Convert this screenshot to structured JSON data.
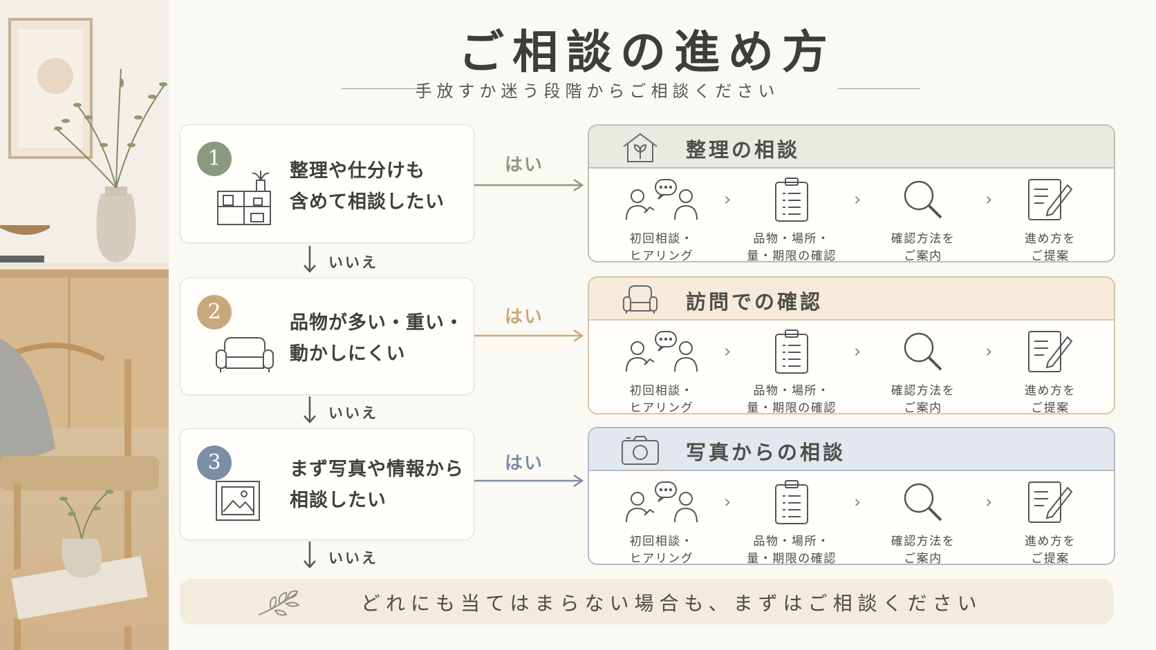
{
  "title": "ご相談の進め方",
  "subtitle": "手放すか迷う段階からご相談ください",
  "colors": {
    "green": "#8a9a7e",
    "tan": "#c9a77c",
    "blue": "#7b8ea6",
    "green_bg": "#e8ebe2",
    "tan_bg": "#f6eadb",
    "blue_bg": "#e3e8ef"
  },
  "questions": [
    {
      "number": "1",
      "line1": "整理や仕分けも",
      "line2": "含めて相談したい",
      "icon": "shelf-icon"
    },
    {
      "number": "2",
      "line1": "品物が多い・重い・",
      "line2": "動かしにくい",
      "icon": "sofa-icon"
    },
    {
      "number": "3",
      "line1": "まず写真や情報から",
      "line2": "相談したい",
      "icon": "photo-icon"
    }
  ],
  "yes_label": "はい",
  "no_label": "いいえ",
  "results": [
    {
      "title": "整理の相談",
      "icon": "house-plant-icon"
    },
    {
      "title": "訪問での確認",
      "icon": "armchair-icon"
    },
    {
      "title": "写真からの相談",
      "icon": "camera-icon"
    }
  ],
  "steps": [
    {
      "line1": "初回相談・",
      "line2": "ヒアリング",
      "icon": "people-chat-icon"
    },
    {
      "line1": "品物・場所・",
      "line2": "量・期限の確認",
      "icon": "clipboard-icon"
    },
    {
      "line1": "確認方法を",
      "line2": "ご案内",
      "icon": "magnifier-icon"
    },
    {
      "line1": "進め方を",
      "line2": "ご提案",
      "icon": "document-pen-icon"
    }
  ],
  "banner_text": "どれにも当てはまらない場合も、まずはご相談ください"
}
